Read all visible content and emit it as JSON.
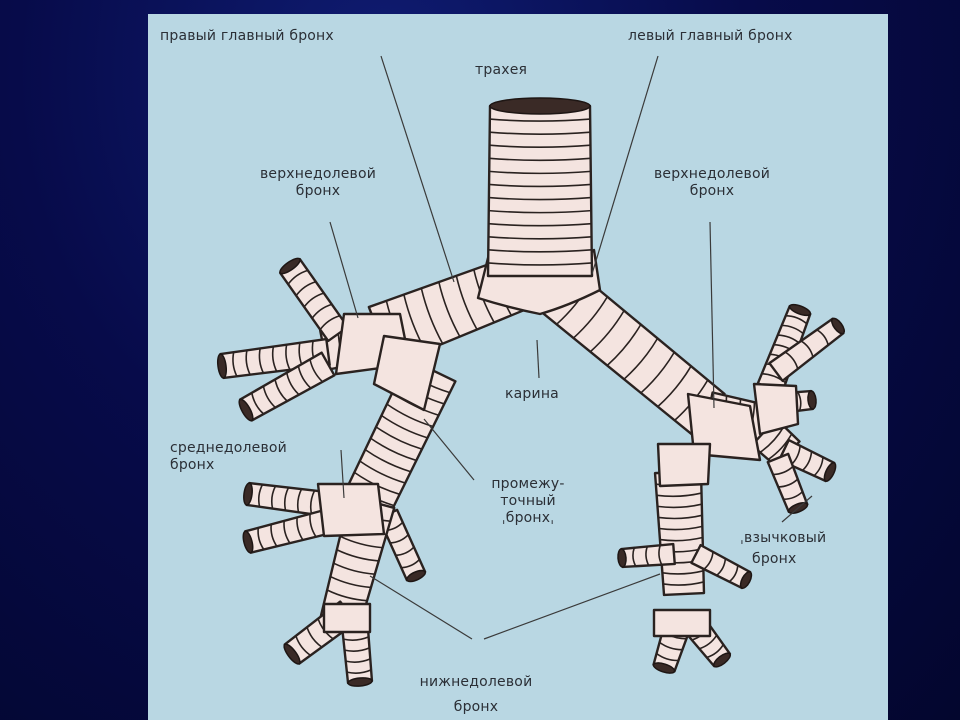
{
  "labels": {
    "trachea": "трахея",
    "right_main": "правый главный бронх",
    "left_main": "левый главный бронх",
    "right_upper_1": "верхнедолевой",
    "right_upper_2": "бронх",
    "left_upper_1": "верхнедолевой",
    "left_upper_2": "бронх",
    "carina": "карина",
    "middle_1": "среднедолевой",
    "middle_2": "бронх",
    "intermediate_1": "промежу-",
    "intermediate_2": "точный",
    "intermediate_3": "ˌбронхˌ",
    "lingular_1": "ˌвзычковый",
    "lingular_2": "бронх",
    "lower_1": "нижнедолевой",
    "lower_2": "бронх"
  },
  "colors": {
    "background": "#070b4a",
    "panel": "#b9d7e3",
    "tube": "#f4e4e0",
    "outline": "#2a2220",
    "text": "#2b2f36"
  }
}
